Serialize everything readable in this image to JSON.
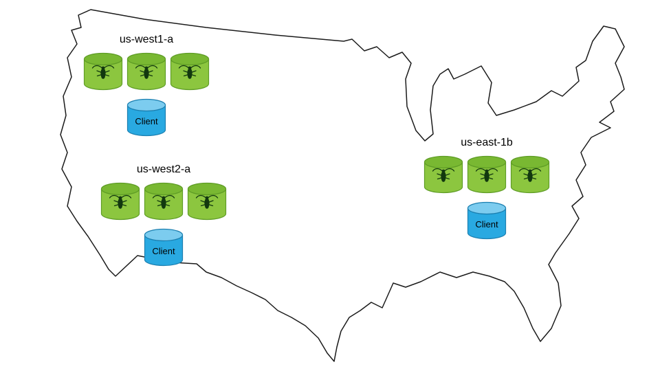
{
  "diagram": {
    "kind": "cluster-topology-map",
    "map": "united-states-outline"
  },
  "regions": [
    {
      "name": "us-west1-a",
      "node_count": 3,
      "client_label": "Client"
    },
    {
      "name": "us-west2-a",
      "node_count": 3,
      "client_label": "Client"
    },
    {
      "name": "us-east-1b",
      "node_count": 3,
      "client_label": "Client"
    }
  ],
  "icons": {
    "node_icon": "cockroachdb-database-cylinder-icon",
    "client_icon": "client-database-cylinder-icon",
    "map_icon": "us-map-outline"
  },
  "colors": {
    "node_fill": "#8CC63F",
    "node_top": "#79B832",
    "node_stroke": "#5E9C25",
    "client_fill": "#29A9E1",
    "client_top": "#7CCCEF",
    "client_stroke": "#1B7FB0",
    "bug": "#12380F",
    "map_outline": "#1A1A1A",
    "background": "#FFFFFF",
    "text": "#000000"
  }
}
